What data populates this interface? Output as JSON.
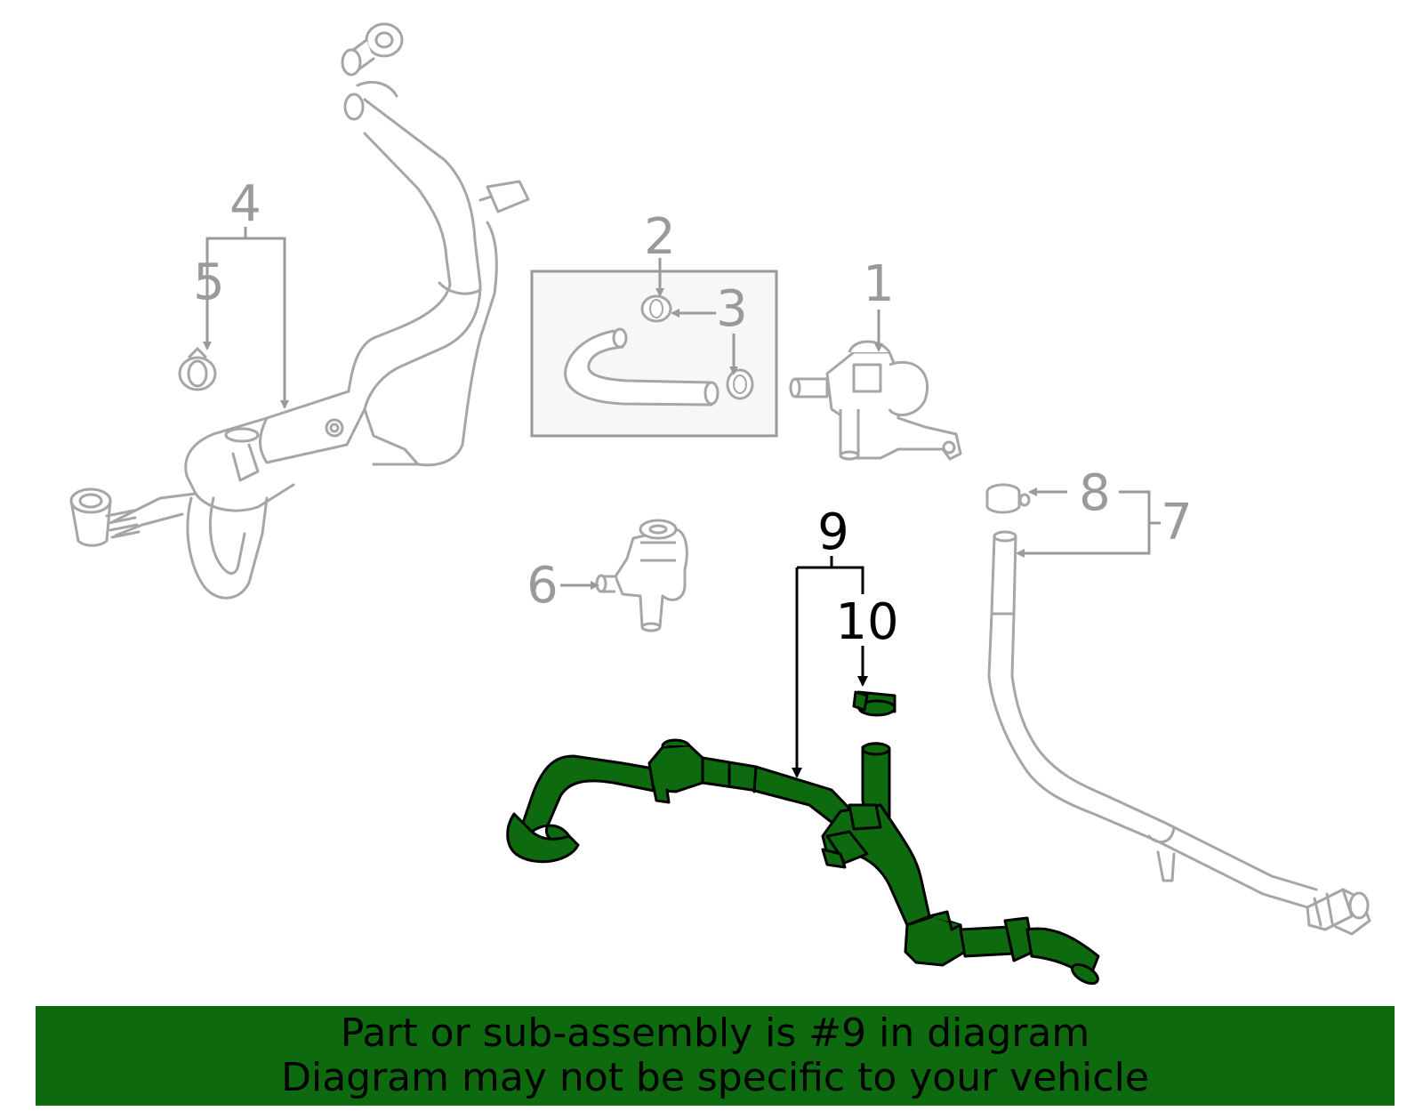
{
  "callouts": {
    "c1": "1",
    "c2": "2",
    "c3": "3",
    "c4": "4",
    "c5": "5",
    "c6": "6",
    "c7": "7",
    "c8": "8",
    "c9": "9",
    "c10": "10"
  },
  "banner": {
    "line1": "Part or sub-assembly is #9 in diagram",
    "line2": "Diagram may not be specific to your vehicle"
  },
  "colors": {
    "highlight": "#0e6a0e",
    "part_outline": "#a6a6a6",
    "leader_grey": "#9a9a9a",
    "leader_black": "#000000",
    "inset_bg": "#f7f7f7"
  },
  "icons": {
    "arrowhead": "arrow-triangle"
  }
}
